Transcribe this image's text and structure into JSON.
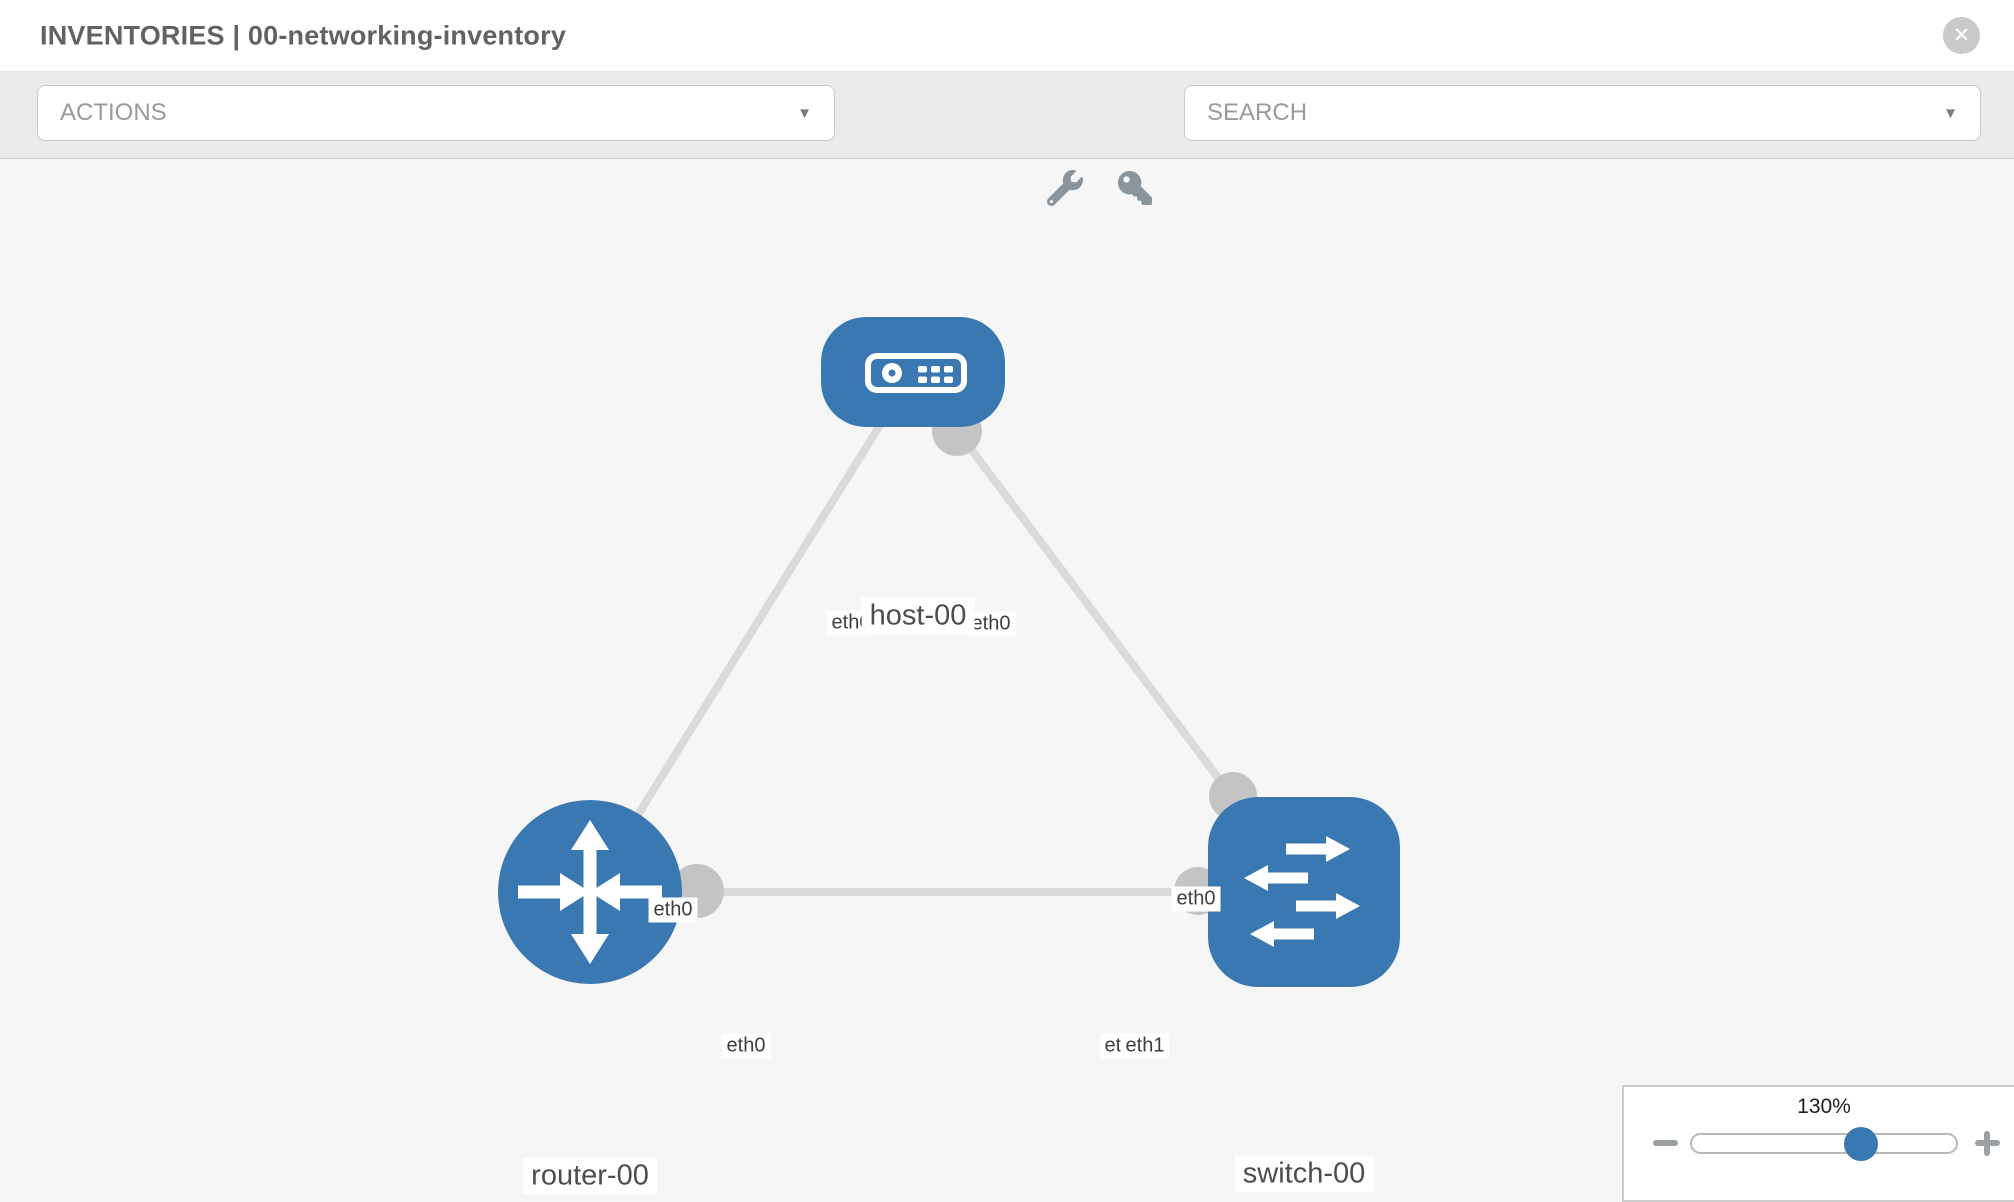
{
  "header": {
    "title": "INVENTORIES | 00-networking-inventory",
    "close_label": "✕"
  },
  "toolbar": {
    "actions_label": "ACTIONS",
    "search_label": "SEARCH",
    "caret": "▼",
    "tools": [
      {
        "icon": "wrench-icon"
      },
      {
        "icon": "key-icon"
      }
    ]
  },
  "topology": {
    "nodes": [
      {
        "name": "host-00",
        "type": "host"
      },
      {
        "name": "router-00",
        "type": "router"
      },
      {
        "name": "switch-00",
        "type": "switch"
      }
    ],
    "links": [
      {
        "source": "host-00",
        "source_interface": "eth0",
        "target": "router-00",
        "target_interface": "eth0"
      },
      {
        "source": "host-00",
        "source_interface": "eth0",
        "target": "switch-00",
        "target_interface": "eth0"
      },
      {
        "source": "router-00",
        "source_interface": "eth0",
        "target": "switch-00",
        "target_interface": "eth1"
      }
    ],
    "iface_labels": [
      "eth0",
      "eth0",
      "eth0",
      "eth0",
      "eth0",
      "eth0",
      "eth1"
    ]
  },
  "zoom_control": {
    "value": "130%",
    "percent": 64,
    "minus_label": "−",
    "plus_label": "+"
  },
  "colors": {
    "node_blue": "#3a78b2",
    "link_gray": "#dadada",
    "connector_gray": "#c4c4c4",
    "canvas_bg": "#f6f6f6"
  }
}
